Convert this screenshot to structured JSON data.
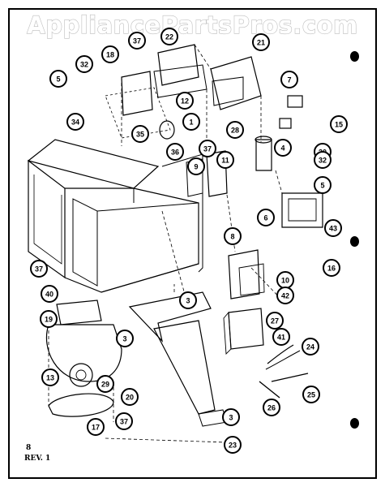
{
  "watermark": "AppliancePartsPros.com",
  "footer": {
    "page_number": "8",
    "revision": "REV. 1"
  },
  "callouts": [
    "1",
    "3",
    "4",
    "5",
    "6",
    "7",
    "8",
    "9",
    "10",
    "11",
    "12",
    "13",
    "15",
    "16",
    "17",
    "18",
    "19",
    "20",
    "21",
    "22",
    "23",
    "24",
    "25",
    "26",
    "27",
    "28",
    "29",
    "30",
    "32",
    "34",
    "35",
    "36",
    "37",
    "40",
    "41",
    "42",
    "43"
  ]
}
